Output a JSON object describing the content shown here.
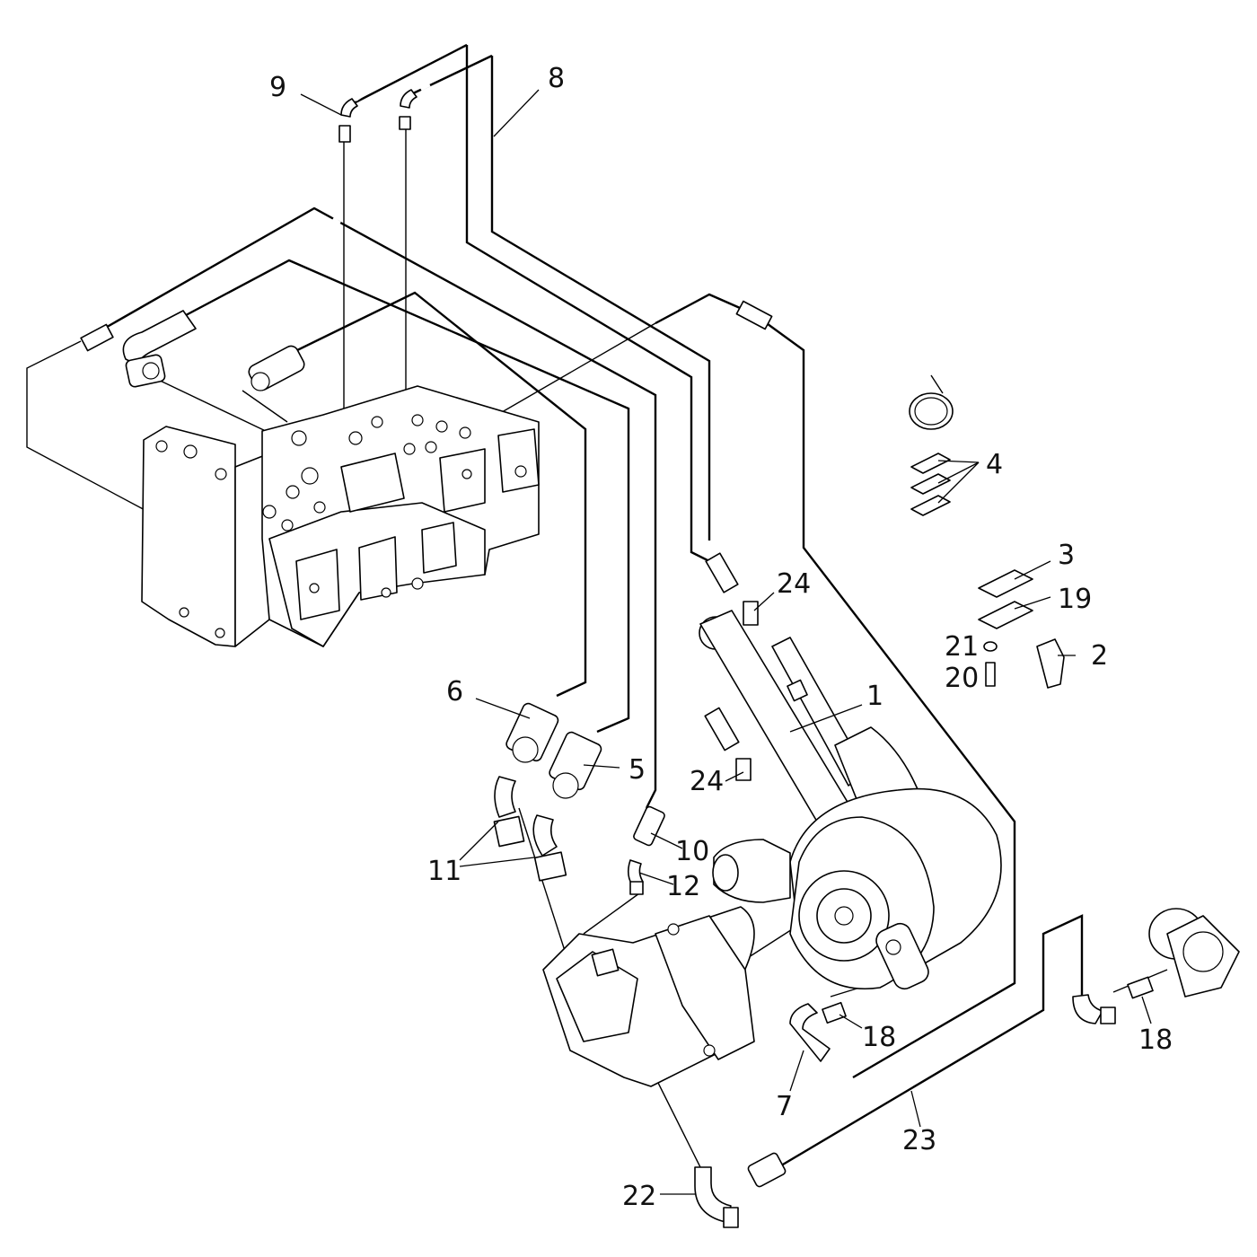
{
  "callouts": [
    {
      "key": "c9",
      "label": "9"
    },
    {
      "key": "c8",
      "label": "8"
    },
    {
      "key": "c4",
      "label": "4"
    },
    {
      "key": "c3",
      "label": "3"
    },
    {
      "key": "c19",
      "label": "19"
    },
    {
      "key": "c24a",
      "label": "24"
    },
    {
      "key": "c21",
      "label": "21"
    },
    {
      "key": "c2",
      "label": "2"
    },
    {
      "key": "c20",
      "label": "20"
    },
    {
      "key": "c1",
      "label": "1"
    },
    {
      "key": "c6",
      "label": "6"
    },
    {
      "key": "c5",
      "label": "5"
    },
    {
      "key": "c24b",
      "label": "24"
    },
    {
      "key": "c10",
      "label": "10"
    },
    {
      "key": "c11",
      "label": "11"
    },
    {
      "key": "c12",
      "label": "12"
    },
    {
      "key": "c18a",
      "label": "18"
    },
    {
      "key": "c18b",
      "label": "18"
    },
    {
      "key": "c7",
      "label": "7"
    },
    {
      "key": "c23",
      "label": "23"
    },
    {
      "key": "c22",
      "label": "22"
    }
  ]
}
